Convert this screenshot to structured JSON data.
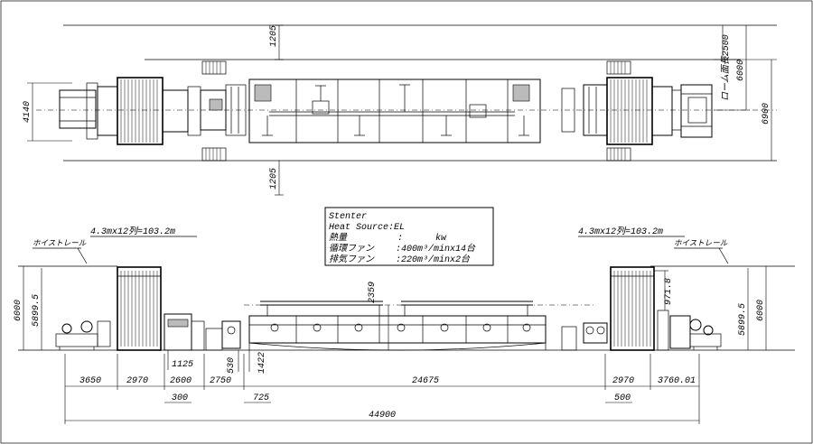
{
  "plan_view": {
    "dim_top_1205": "1205",
    "dim_bottom_1205": "1205",
    "dim_left_4140": "4140",
    "dim_right_rail_2500": "ローム面長2500",
    "dim_right_6000": "6000",
    "dim_right_6900": "6900"
  },
  "spec_box": {
    "title": "Stenter",
    "heat_source": "Heat Source:EL",
    "heat_label": "熱量",
    "heat_colon": ":",
    "heat_unit": "kw",
    "circ_label": "循環ファン",
    "circ_value": ":400m³/minx14台",
    "exh_label": "排気ファン",
    "exh_value": ":220m³/minx2台"
  },
  "elevation": {
    "left_capacity": "4.3mx12列=103.2m",
    "right_capacity": "4.3mx12列=103.2m",
    "left_rail": "ホイストレール",
    "right_rail": "ホイストレール",
    "left_h_6000": "6000",
    "left_h_5899": "5899.5",
    "right_h_5899": "5899.5",
    "right_h_6000": "6000",
    "h_2359": "2359",
    "h_971": "971.8",
    "h_1125": "1125",
    "h_530": "530",
    "h_1422": "1422"
  },
  "bottom_dims": {
    "d3650": "3650",
    "d2970a": "2970",
    "d2600": "2600",
    "d2750": "2750",
    "d24675": "24675",
    "d2970b": "2970",
    "d3760": "3760.01",
    "d300": "300",
    "d725": "725",
    "d500": "500",
    "d44900": "44900"
  }
}
